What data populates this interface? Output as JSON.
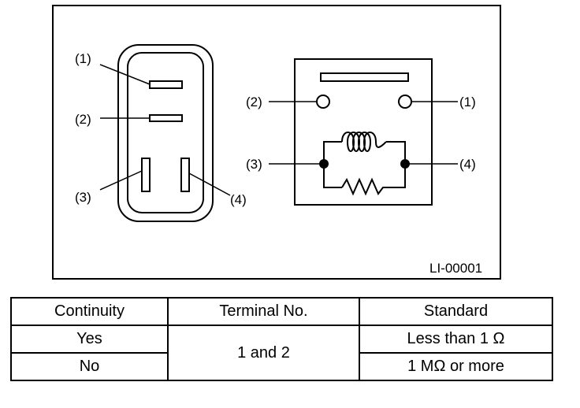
{
  "diagram": {
    "connector_labels": {
      "t1": "(1)",
      "t2": "(2)",
      "t3": "(3)",
      "t4": "(4)"
    },
    "relay_labels": {
      "t1": "(1)",
      "t2": "(2)",
      "t3": "(3)",
      "t4": "(4)"
    },
    "figure_id": "LI-00001"
  },
  "table": {
    "headers": {
      "continuity": "Continuity",
      "terminal": "Terminal No.",
      "standard": "Standard"
    },
    "rows": [
      {
        "continuity": "Yes",
        "standard": "Less than 1 Ω"
      },
      {
        "continuity": "No",
        "standard": "1 MΩ or more"
      }
    ],
    "terminal_value": "1 and 2"
  }
}
